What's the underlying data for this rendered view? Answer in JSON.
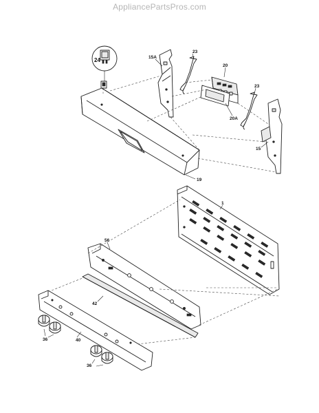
{
  "watermark": "AppliancePartsPros.com",
  "callouts": {
    "c24": "24",
    "c15A": "15A",
    "c23a": "23",
    "c20": "20",
    "c20A": "20A",
    "c23b": "23",
    "c15": "15",
    "c19": "19",
    "c1": "1",
    "c56": "56",
    "c42": "42",
    "c40": "40",
    "c36a": "36",
    "c36b": "36"
  }
}
